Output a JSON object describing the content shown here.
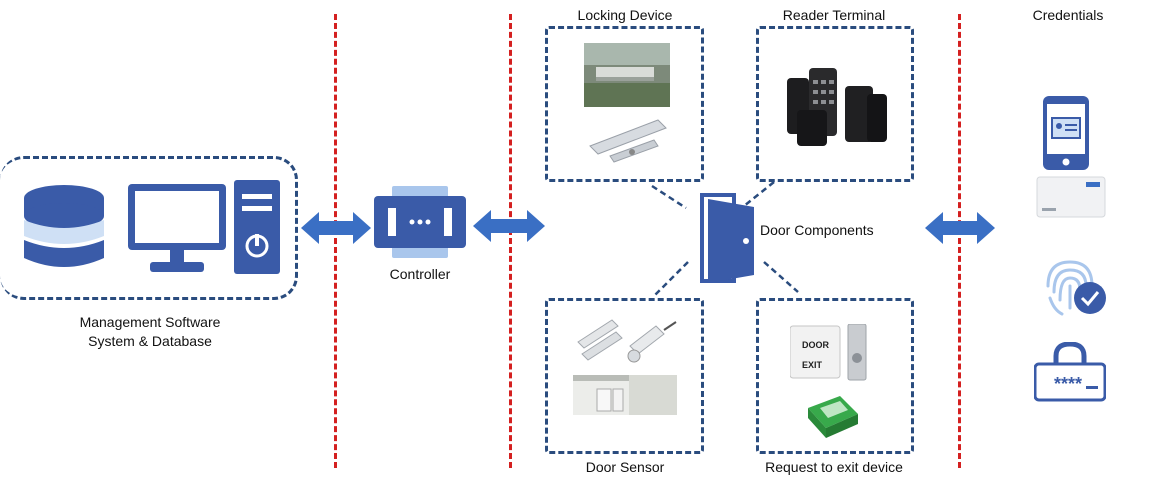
{
  "labels": {
    "management": "Management Software",
    "management_line2": "System & Database",
    "controller": "Controller",
    "locking_device": "Locking Device",
    "reader_terminal": "Reader Terminal",
    "credentials": "Credentials",
    "door_components": "Door Components",
    "door_sensor": "Door Sensor",
    "request_to_exit": "Request to exit device"
  },
  "icon_text": {
    "door_exit_word1": "DOOR",
    "door_exit_word2": "EXIT",
    "pin_code": "****"
  },
  "colors": {
    "icon_blue": "#3a5ba8",
    "icon_light": "#cfe0f5",
    "box_border": "#2a4c7e",
    "divider_red": "#d42020"
  }
}
